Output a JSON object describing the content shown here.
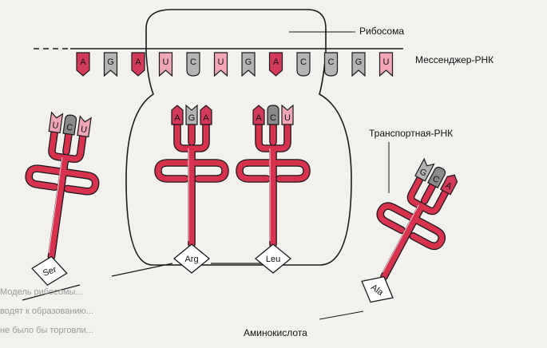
{
  "labels": {
    "ribosome": "Рибосома",
    "mrna": "Мессенджер-РНК",
    "trna": "Транспортная-РНК",
    "amino_acid": "Аминокислота"
  },
  "mrna_codons": [
    "A",
    "G",
    "A",
    "U",
    "C",
    "U",
    "G",
    "A",
    "C",
    "C",
    "G",
    "U"
  ],
  "trnas": [
    {
      "anticodon": [
        "U",
        "C",
        "U"
      ],
      "amino_acid": "Ser"
    },
    {
      "anticodon": [
        "A",
        "G",
        "A"
      ],
      "amino_acid": "Arg"
    },
    {
      "anticodon": [
        "A",
        "C",
        "U"
      ],
      "amino_acid": "Leu"
    },
    {
      "anticodon": [
        "G",
        "C",
        "A"
      ],
      "amino_acid": "Ala"
    }
  ],
  "caption_lines": [
    "Модель рибосомы...",
    "водят к образованию...",
    "не было бы торговли..."
  ],
  "colors": {
    "trna_red": "#d8324e",
    "base_red": "#d23a58",
    "base_pink": "#f0a6b4",
    "base_gray": "#b4b4b4",
    "base_dark_gray": "#8a8a8a",
    "outline": "#1a1a1a"
  }
}
